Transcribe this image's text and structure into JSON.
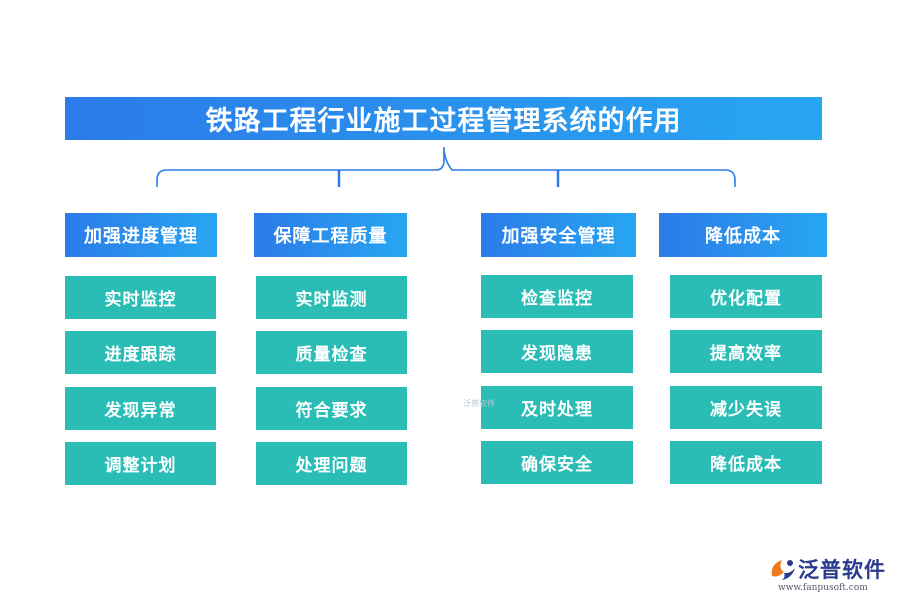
{
  "title": "铁路工程行业施工过程管理系统的作用",
  "columns": [
    {
      "header": "加强进度管理",
      "items": [
        "实时监控",
        "进度跟踪",
        "发现异常",
        "调整计划"
      ]
    },
    {
      "header": "保障工程质量",
      "items": [
        "实时监测",
        "质量检查",
        "符合要求",
        "处理问题"
      ]
    },
    {
      "header": "加强安全管理",
      "items": [
        "检查监控",
        "发现隐患",
        "及时处理",
        "确保安全"
      ]
    },
    {
      "header": "降低成本",
      "items": [
        "优化配置",
        "提高效率",
        "减少失误",
        "降低成本"
      ]
    }
  ],
  "watermark": "泛普软件",
  "logo": {
    "name": "泛普软件",
    "url": "www.fanpusoft.com"
  },
  "colors": {
    "header_blue": "#2b7be8",
    "item_teal": "#29bdb6",
    "brace": "#2b7be8"
  }
}
